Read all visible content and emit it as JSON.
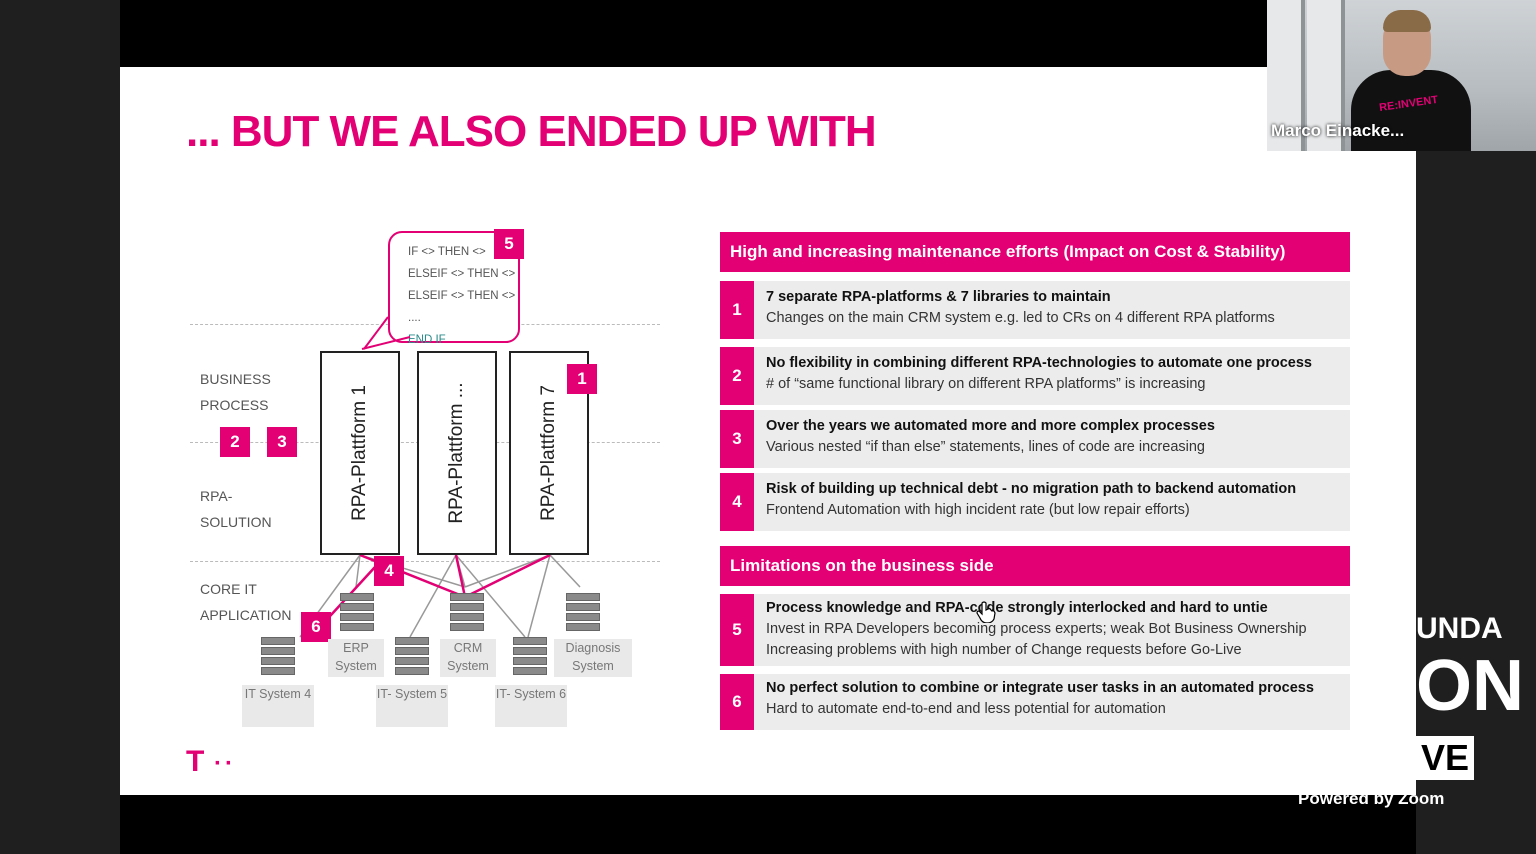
{
  "slide": {
    "title": "... BUT WE ALSO ENDED UP WITH",
    "diagram": {
      "layers": [
        "BUSINESS PROCESS",
        "RPA- SOLUTION",
        "CORE IT APPLICATION"
      ],
      "platforms": [
        "RPA-Plattform 1",
        "RPA-Plattform ...",
        "RPA-Plattform 7"
      ],
      "code_lines": [
        "IF <> THEN <>",
        "ELSEIF <> THEN <>",
        "ELSEIF <> THEN <>",
        "....",
        "END IF"
      ],
      "systems": [
        "ERP System",
        "CRM System",
        "Diagnosis System",
        "IT System 4",
        "IT- System 5",
        "IT- System 6"
      ],
      "badges": [
        "5",
        "1",
        "2",
        "3",
        "4",
        "6"
      ]
    },
    "sections": [
      {
        "header": "High and increasing maintenance efforts (Impact on Cost & Stability)",
        "items": [
          {
            "num": "1",
            "title": "7 separate RPA-platforms & 7 libraries to maintain",
            "lines": [
              "Changes on the main CRM system e.g. led to CRs on 4 different RPA platforms"
            ]
          },
          {
            "num": "2",
            "title": "No flexibility in combining different RPA-technologies to automate one process",
            "lines": [
              "# of “same functional library on different RPA platforms” is increasing"
            ]
          },
          {
            "num": "3",
            "title": "Over the years we automated more and more complex processes",
            "lines": [
              "Various nested “if than else” statements, lines of code are increasing"
            ]
          },
          {
            "num": "4",
            "title": "Risk of building up technical debt - no migration path to backend automation",
            "lines": [
              "Frontend Automation with high incident rate (but low repair efforts)"
            ]
          }
        ]
      },
      {
        "header": "Limitations on the business side",
        "items": [
          {
            "num": "5",
            "title": "Process knowledge and RPA-code strongly interlocked and hard to untie",
            "lines": [
              "Invest in RPA Developers becoming process experts; weak Bot Business Ownership",
              "Increasing problems with high number of Change requests before Go-Live"
            ]
          },
          {
            "num": "6",
            "title": "No perfect solution to combine or integrate user tasks in an automated process",
            "lines": [
              "Hard to automate end-to-end and less potential for automation"
            ]
          }
        ]
      }
    ],
    "logo": "T",
    "accent_color": "#e20074"
  },
  "video": {
    "participant_name": "Marco Einacke..."
  },
  "background": {
    "brand_fragments": [
      "UNDA",
      "ON",
      "VE"
    ]
  },
  "footer": {
    "powered_by": "Powered by Zoom"
  }
}
